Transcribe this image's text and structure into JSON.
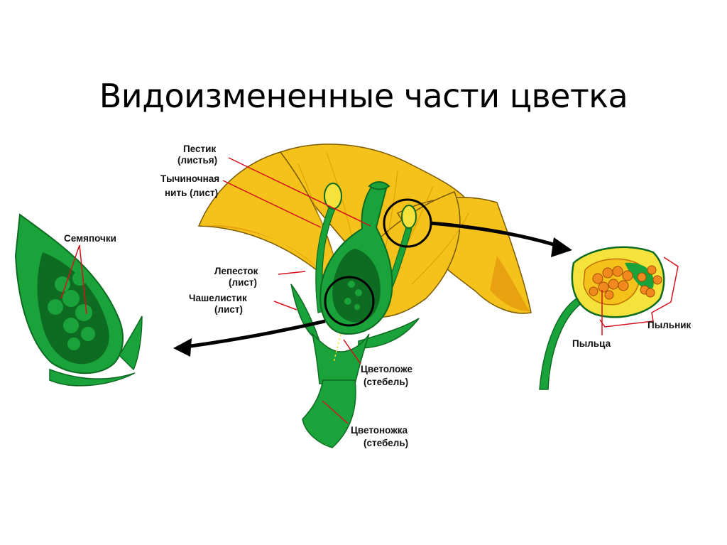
{
  "title": "Видоизмененные части цветка",
  "labels": {
    "pistil_1": "Пестик",
    "pistil_2": "(листья)",
    "filament_1": "Тычиночная",
    "filament_2": "нить (лист)",
    "petal_1": "Лепесток",
    "petal_2": "(лист)",
    "sepal_1": "Чашелистик",
    "sepal_2": "(лист)",
    "ovules": "Семяпочки",
    "receptacle_1": "Цветоложе",
    "receptacle_2": "(стебель)",
    "pedicel_1": "Цветоножка",
    "pedicel_2": "(стебель)",
    "anther": "Пыльник",
    "pollen": "Пыльца"
  },
  "colors": {
    "petal": "#f5c21b",
    "petal_shade": "#e8a10f",
    "stem": "#1aa33a",
    "stem_dark": "#0d6b22",
    "pointer_line": "#d6101c",
    "bracket": "#d6101c",
    "pollen": "#f08a1e"
  }
}
